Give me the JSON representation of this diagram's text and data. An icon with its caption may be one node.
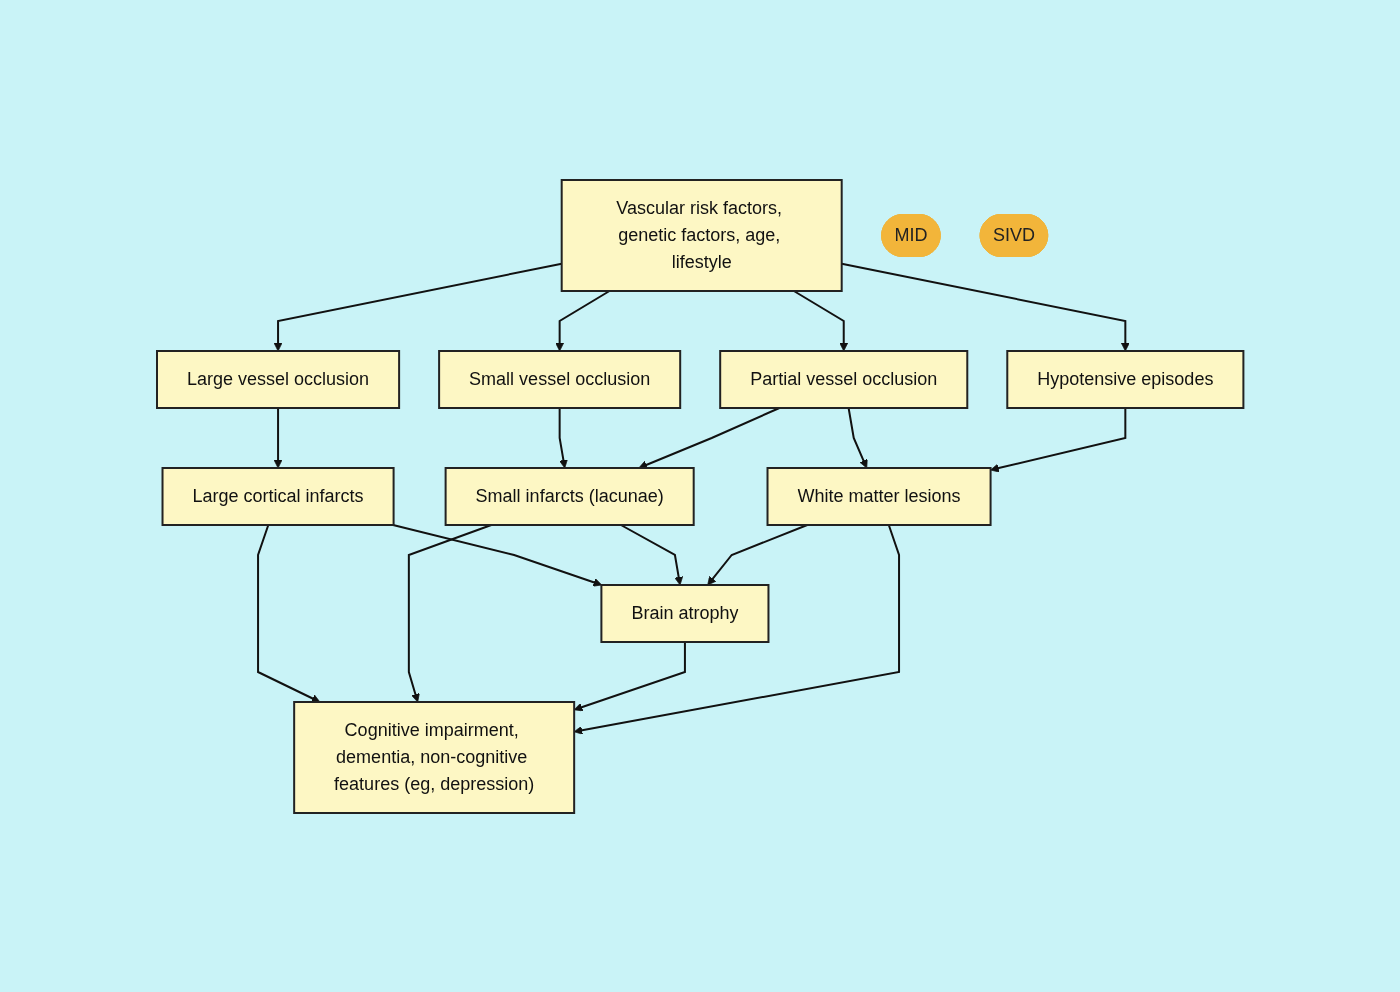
{
  "diagram": {
    "nodes": [
      {
        "text": [
          "Vascular risk factors, genetic factors, age, lifestyle"
        ]
      },
      {
        "text": [
          "Large vessel occlusion"
        ]
      },
      {
        "text": [
          "Small vessel occlusion"
        ]
      },
      {
        "text": [
          "Partial vessel occlusion"
        ]
      },
      {
        "text": [
          "Hypotensive episodes"
        ]
      },
      {
        "text": [
          "Large cortical infarcts"
        ]
      },
      {
        "text": [
          "Small infarcts (lacunae)"
        ]
      },
      {
        "text": [
          "White matter lesions"
        ]
      },
      {
        "text": [
          "Brain atrophy"
        ]
      },
      {
        "text": [
          "MID"
        ]
      },
      {
        "text": [
          "SIVD"
        ]
      },
      {
        "text": [
          "Cognitive impairment, dementia, non-cognitive features (eg, depression)"
        ]
      }
    ],
    "edges": [
      {
        "from": 0,
        "to": 1,
        "arrow": "to"
      },
      {
        "from": 0,
        "to": 2,
        "arrow": "to"
      },
      {
        "from": 0,
        "to": 3,
        "arrow": "to"
      },
      {
        "from": 0,
        "to": 4,
        "arrow": "to"
      },
      {
        "from": 1,
        "to": 5,
        "arrow": "to"
      },
      {
        "from": 2,
        "to": 6,
        "arrow": "to"
      },
      {
        "from": 3,
        "to": 6,
        "arrow": "to"
      },
      {
        "from": 3,
        "to": 7,
        "arrow": "to"
      },
      {
        "from": 4,
        "to": 7,
        "arrow": "to"
      },
      {
        "from": 5,
        "to": 8,
        "arrow": "to"
      },
      {
        "from": 6,
        "to": 8,
        "arrow": "to"
      },
      {
        "from": 7,
        "to": 8,
        "arrow": "to"
      },
      {
        "from": 5,
        "to": 11,
        "arrow": "to"
      },
      {
        "from": 6,
        "to": 11,
        "arrow": "to"
      },
      {
        "from": 8,
        "to": 11,
        "arrow": "to"
      },
      {
        "from": 7,
        "to": 11,
        "arrow": "to"
      }
    ]
  }
}
